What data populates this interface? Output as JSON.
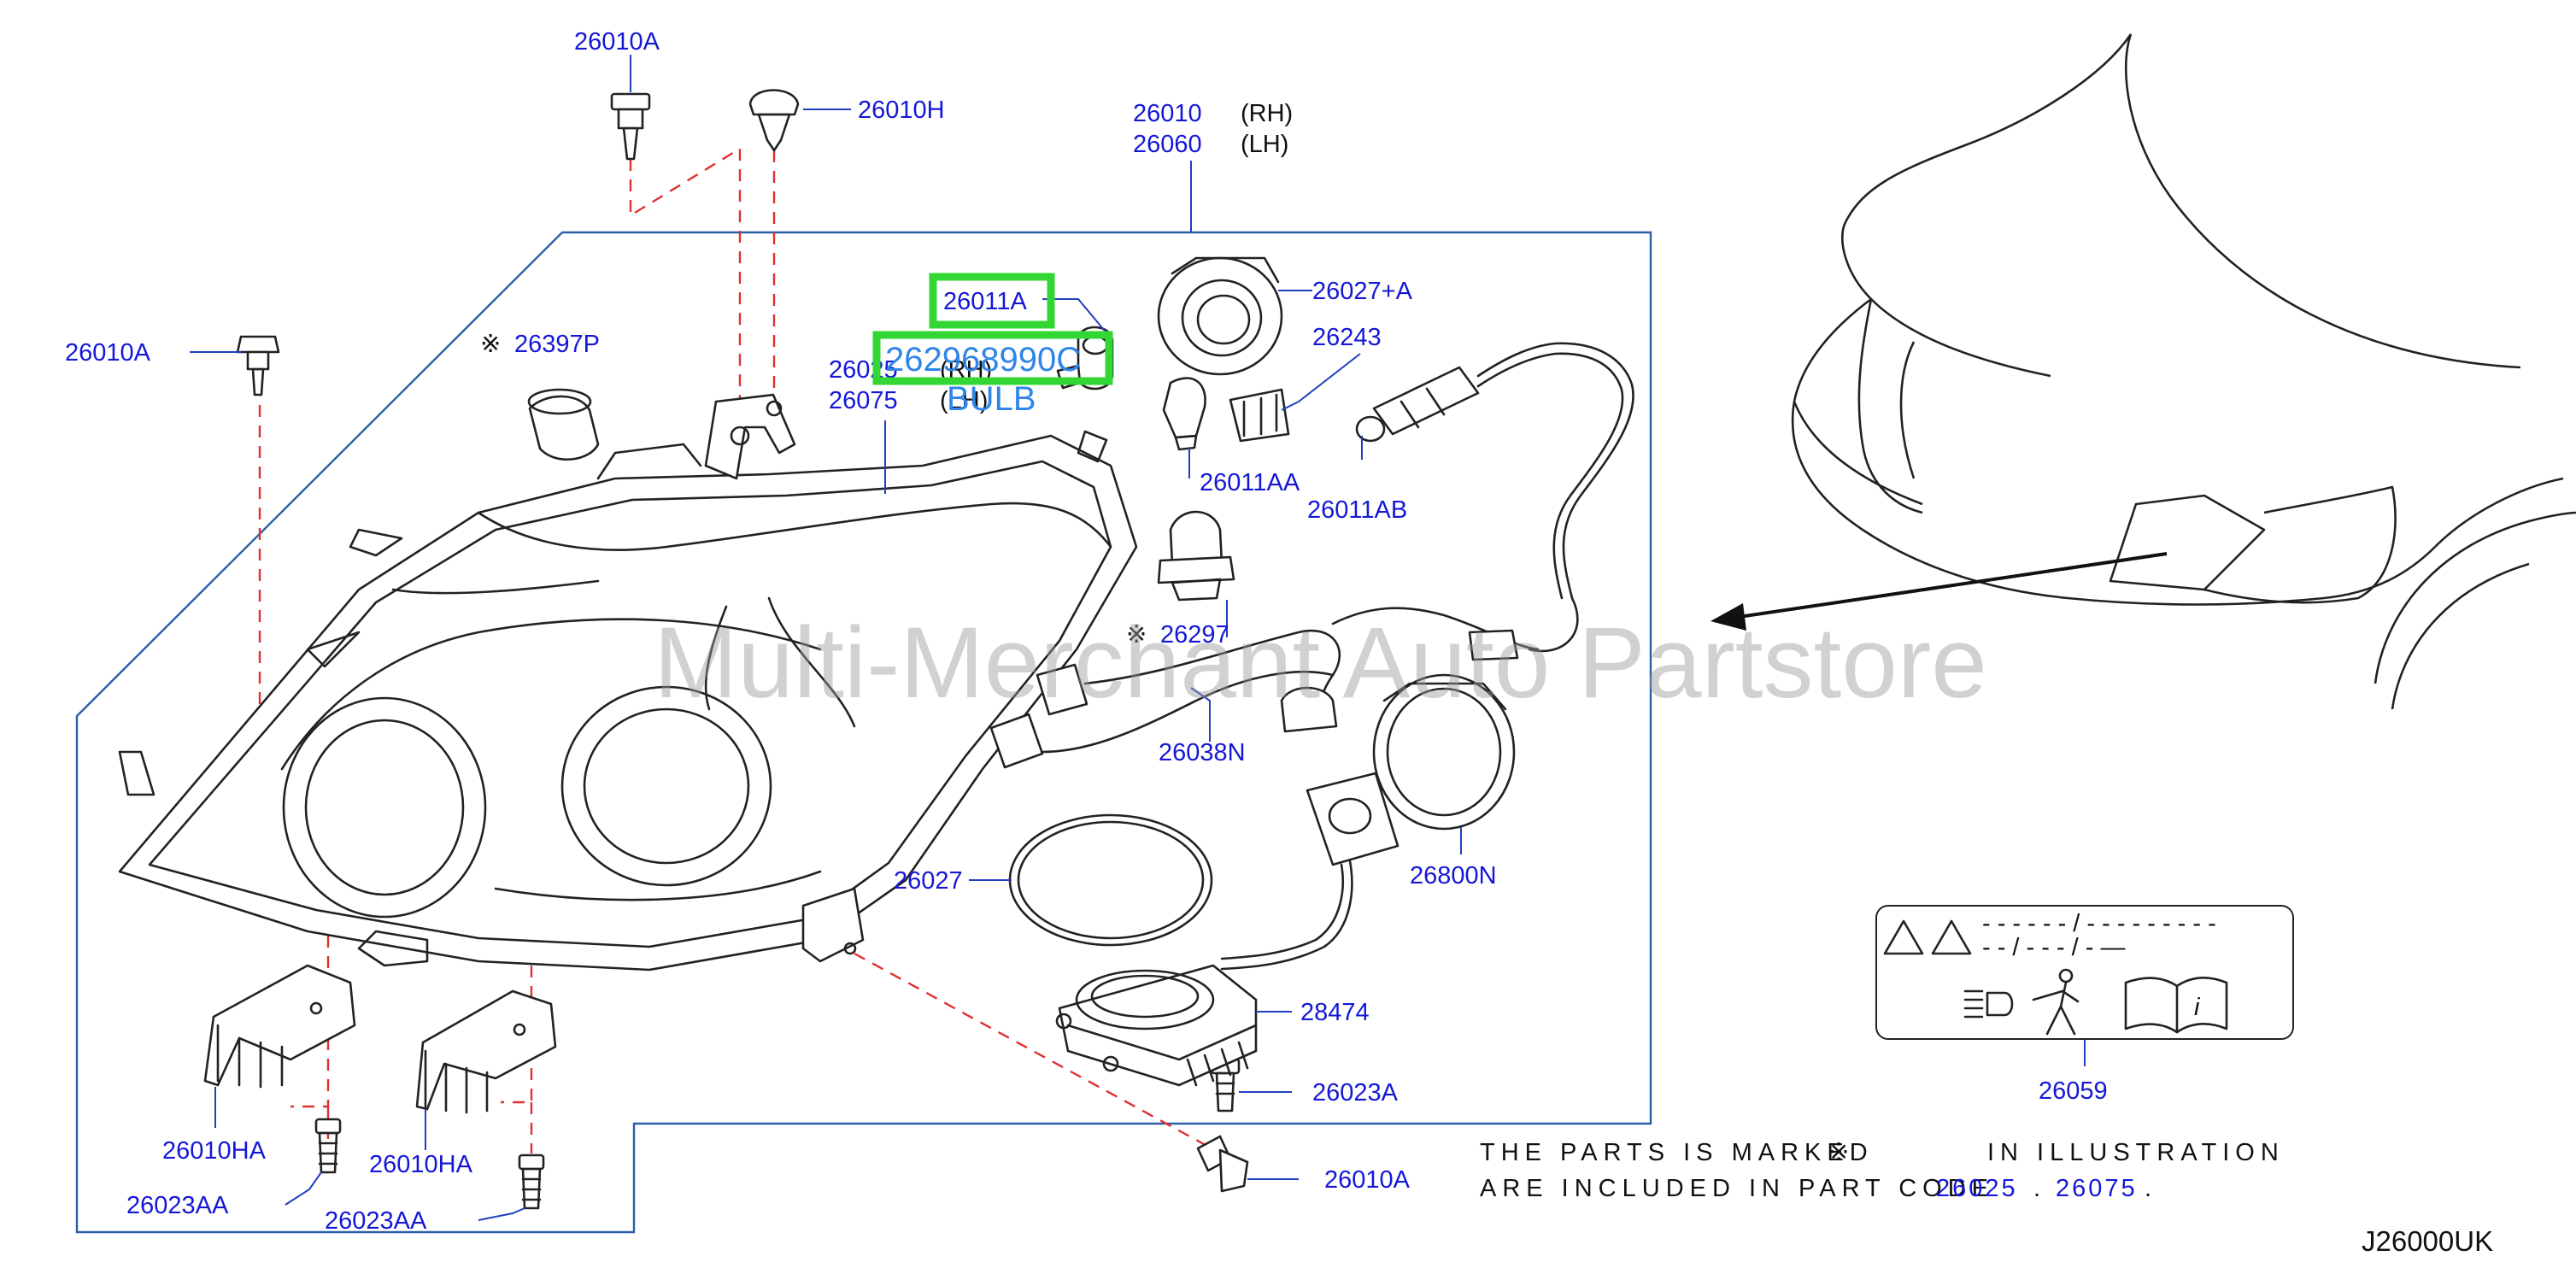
{
  "diagram": {
    "figure_id": "J26000UK",
    "watermark": "Multi-Merchant Auto Partstore",
    "highlight": {
      "part_box_label": "26011A",
      "code_box_label": "262968990C",
      "bulb_label": "BULB"
    },
    "part_labels": {
      "p26010A_top": "26010A",
      "p26010H": "26010H",
      "p26010": "26010",
      "p26060": "26060",
      "p26010A_left": "26010A",
      "p26397P": "26397P",
      "p26011A": "26011A",
      "p26027A": "26027+A",
      "p26025": "26025",
      "p26075": "26075",
      "p26243": "26243",
      "p26011AA": "26011AA",
      "p26011AB": "26011AB",
      "p26297": "26297",
      "p26038N": "26038N",
      "p26027": "26027",
      "p26800N": "26800N",
      "p28474": "28474",
      "p26023A": "26023A",
      "p26010HA_left": "26010HA",
      "p26010HA_right": "26010HA",
      "p26023AA_left": "26023AA",
      "p26023AA_right": "26023AA",
      "p26010A_bottom": "26010A",
      "p26059": "26059"
    },
    "side_labels": {
      "rh_main": "(RH)",
      "lh_main": "(LH)",
      "rh_lens": "(RH)",
      "lh_lens": "(LH)"
    },
    "markers": {
      "kome": "※"
    },
    "note": {
      "line1_a": "THE PARTS IS MARKED",
      "line1_b": "IN ILLUSTRATION",
      "line2": "ARE INCLUDED IN PART CODE",
      "code1": "26025",
      "code2": "26075",
      "sep": ".",
      "end": "."
    },
    "caution_label": {
      "line1": "- - - - - - / - - - - - - - - -",
      "line2": "- - / - - - / - —",
      "warning_icon": "warning-triangle-icon",
      "headlight_icon": "headlight-adjust-icon",
      "manual_icon": "manual-book-icon"
    },
    "colors": {
      "part_number": "#1418d6",
      "leader": "#1f3fbf",
      "hidden_line": "#e03030",
      "frame": "#2a5fa8",
      "highlight_box": "#33d733",
      "highlight_text": "#2f86e8"
    }
  }
}
